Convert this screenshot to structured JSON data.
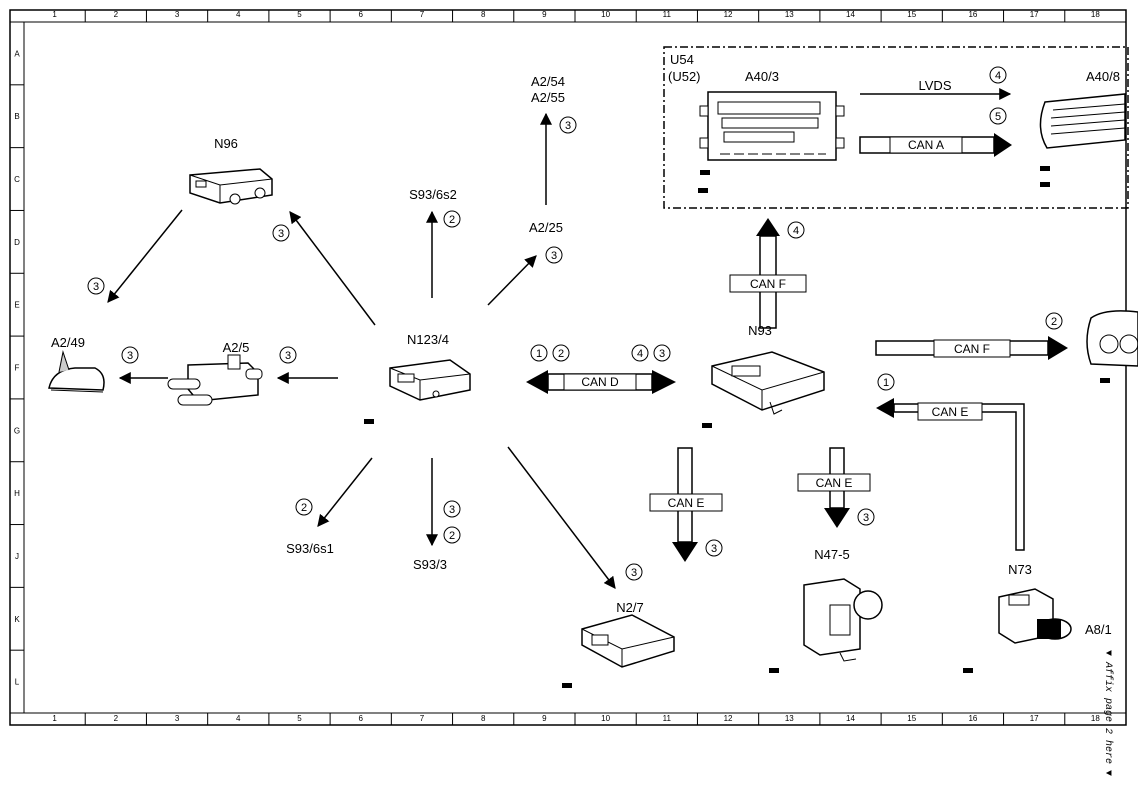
{
  "grid": {
    "cols": [
      "1",
      "2",
      "3",
      "4",
      "5",
      "6",
      "7",
      "8",
      "9",
      "10",
      "11",
      "12",
      "13",
      "14",
      "15",
      "16",
      "17",
      "18"
    ],
    "rows": [
      "A",
      "B",
      "C",
      "D",
      "E",
      "F",
      "G",
      "H",
      "J",
      "K",
      "L"
    ]
  },
  "components": {
    "N96": "N96",
    "A2_49": "A2/49",
    "A2_5": "A2/5",
    "N123_4": "N123/4",
    "S93_6s2": "S93/6s2",
    "A2_54": "A2/54",
    "A2_55": "A2/55",
    "A2_25": "A2/25",
    "S93_6s1": "S93/6s1",
    "S93_3": "S93/3",
    "N2_7": "N2/7",
    "N93": "N93",
    "N47_5": "N47-5",
    "N73": "N73",
    "A8_1": "A8/1",
    "U54": "U54",
    "U52": "(U52)",
    "A40_3": "A40/3",
    "A40_8": "A40/8"
  },
  "buses": {
    "lvds": "LVDS",
    "can_a": "CAN A",
    "can_d": "CAN D",
    "can_e": "CAN E",
    "can_f": "CAN F"
  },
  "markers": {
    "m1": "1",
    "m2": "2",
    "m3": "3",
    "m4": "4",
    "m5": "5"
  },
  "affix_note": "▼ Affix page 2 here ▼"
}
